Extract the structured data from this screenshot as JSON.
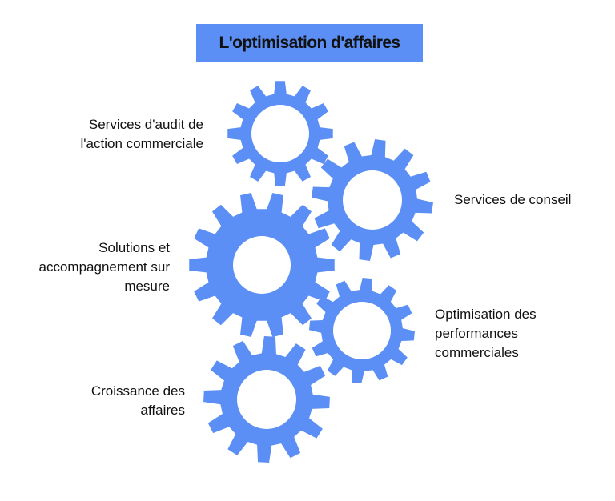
{
  "title": "L'optimisation d'affaires",
  "colors": {
    "gear": "#5b8ff5",
    "title_background": "#5b8ff5",
    "text": "#111111",
    "background": "#ffffff"
  },
  "labels": {
    "audit": [
      "Services d'audit de",
      "l'action commerciale"
    ],
    "conseil": [
      "Services de conseil"
    ],
    "solutions": [
      "Solutions et",
      "accompagnement sur",
      "mesure"
    ],
    "optimisation": [
      "Optimisation des",
      "performances",
      "commerciales"
    ],
    "croissance": [
      "Croissance des",
      "affaires"
    ]
  }
}
